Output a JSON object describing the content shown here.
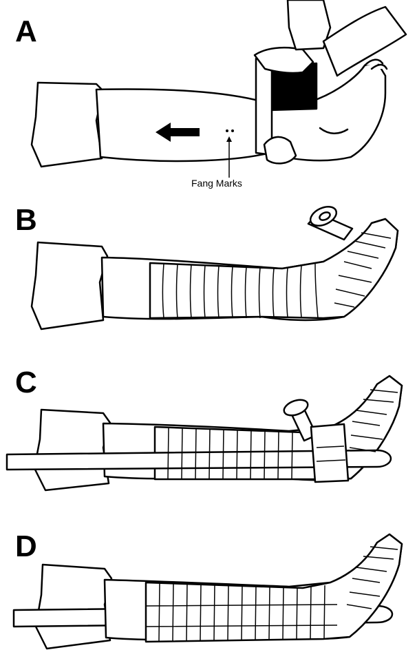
{
  "panels": [
    {
      "letter": "A",
      "callout": "Fang Marks"
    },
    {
      "letter": "B"
    },
    {
      "letter": "C"
    },
    {
      "letter": "D"
    }
  ]
}
